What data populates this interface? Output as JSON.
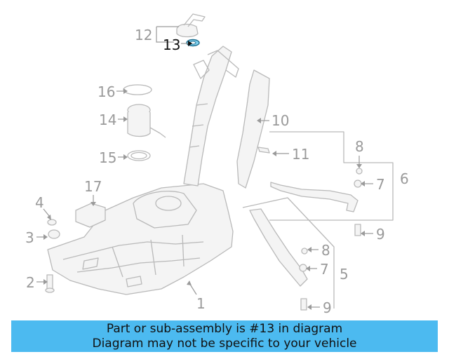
{
  "callouts": {
    "c1": "1",
    "c2": "2",
    "c3": "3",
    "c4": "4",
    "c5": "5",
    "c6": "6",
    "c7a": "7",
    "c7b": "7",
    "c8a": "8",
    "c8b": "8",
    "c9a": "9",
    "c9b": "9",
    "c10": "10",
    "c11": "11",
    "c12": "12",
    "c13": "13",
    "c14": "14",
    "c15": "15",
    "c16": "16",
    "c17": "17"
  },
  "highlight": {
    "part": "13",
    "color": "#3aa0c8"
  },
  "banner": {
    "line1": "Part or sub-assembly is #13 in diagram",
    "line2": "Diagram may not be specific to your vehicle",
    "color": "#4cbaf0"
  }
}
